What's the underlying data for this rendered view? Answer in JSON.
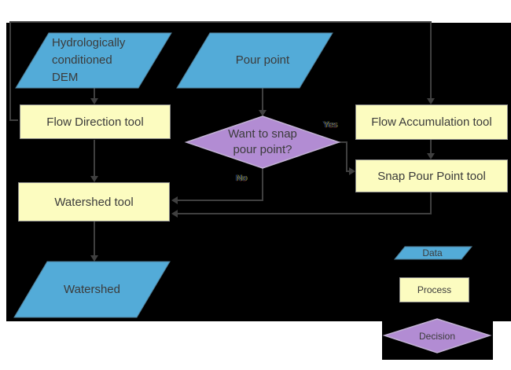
{
  "diagram": {
    "nodes": {
      "dem": {
        "label": "Hydrologically\nconditioned\nDEM",
        "type": "data"
      },
      "pour_point": {
        "label": "Pour point",
        "type": "data"
      },
      "flow_direction": {
        "label": "Flow Direction tool",
        "type": "process"
      },
      "flow_accumulation": {
        "label": "Flow Accumulation tool",
        "type": "process"
      },
      "snap_pour_point": {
        "label": "Snap Pour Point tool",
        "type": "process"
      },
      "watershed_tool": {
        "label": "Watershed tool",
        "type": "process"
      },
      "decision_snap": {
        "label": "Want to snap\npour point?",
        "type": "decision"
      },
      "watershed": {
        "label": "Watershed",
        "type": "data"
      }
    },
    "edge_labels": {
      "yes": "Yes",
      "no": "No"
    },
    "legend": {
      "data": "Data",
      "process": "Process",
      "decision": "Decision"
    },
    "colors": {
      "page_bg": "#FFFFFF",
      "canvas_bg": "#000000",
      "data_fill": "#53ABD8",
      "process_fill": "#FCFCC0",
      "decision_fill": "#B28CD3",
      "connector": "#3F3F3F",
      "text": "#3B3B3B"
    }
  }
}
